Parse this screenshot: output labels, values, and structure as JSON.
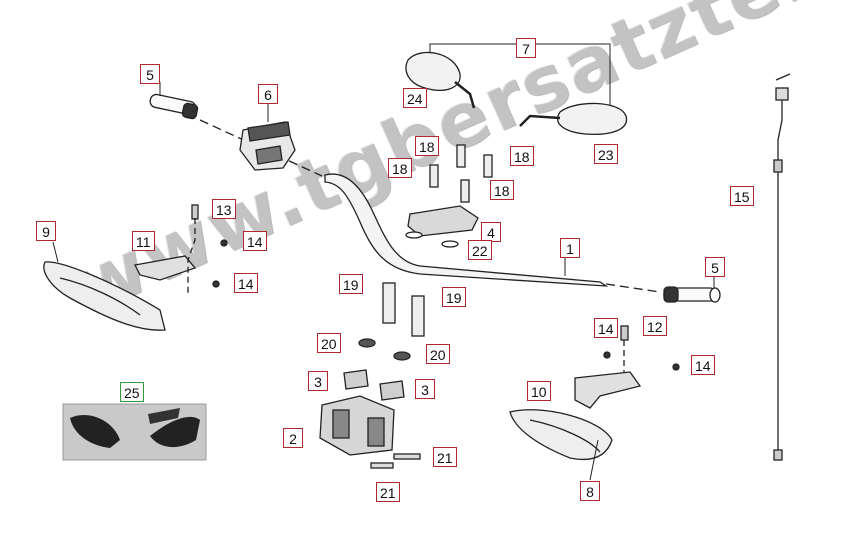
{
  "watermark": "www.tgbersatzteile.de",
  "colors": {
    "callout_border": "#b3262d",
    "inset_border": "#2e9a3e",
    "line": "#222222"
  },
  "callouts": {
    "c1": "1",
    "c2": "2",
    "c3a": "3",
    "c3b": "3",
    "c4": "4",
    "c5a": "5",
    "c5b": "5",
    "c6": "6",
    "c7": "7",
    "c8": "8",
    "c9": "9",
    "c10": "10",
    "c11": "11",
    "c12": "12",
    "c13": "13",
    "c14a": "14",
    "c14b": "14",
    "c14c": "14",
    "c14d": "14",
    "c15": "15",
    "c18a": "18",
    "c18b": "18",
    "c18c": "18",
    "c18d": "18",
    "c19a": "19",
    "c19b": "19",
    "c20a": "20",
    "c20b": "20",
    "c21a": "21",
    "c21b": "21",
    "c22": "22",
    "c23": "23",
    "c24": "24",
    "c25": "25"
  }
}
